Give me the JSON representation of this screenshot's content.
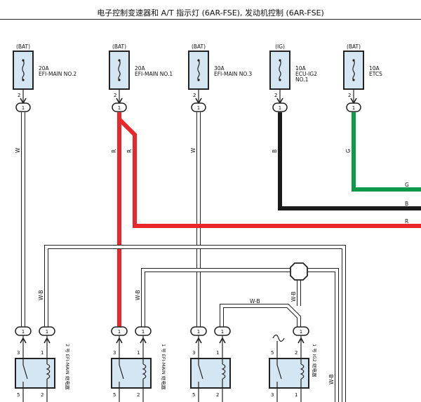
{
  "header": {
    "title": "电子控制变速器和 A/T 指示灯 (6AR-FSE), 发动机控制 (6AR-FSE)"
  },
  "colors": {
    "red": "#e8272b",
    "black": "#1a1a1a",
    "green": "#0a9a4a",
    "white_wire": "#ffffff",
    "outline": "#222222",
    "fuse_fill": "#d4e6f2"
  },
  "fuses": [
    {
      "source": "(BAT)",
      "rating": "20A",
      "name_lines": [
        "EFI-MAIN NO.2"
      ],
      "pin": "2",
      "conn": "1"
    },
    {
      "source": "(BAT)",
      "rating": "20A",
      "name_lines": [
        "EFI-MAIN NO.1"
      ],
      "pin": "2",
      "conn": "1"
    },
    {
      "source": "(BAT)",
      "rating": "30A",
      "name_lines": [
        "EFI-MAIN NO.3"
      ],
      "pin": "2",
      "conn": "1"
    },
    {
      "source": "(IG)",
      "rating": "10A",
      "name_lines": [
        "ECU-IG2",
        "NO.1"
      ],
      "pin": "2",
      "conn": "1"
    },
    {
      "source": "(BAT)",
      "rating": "10A",
      "name_lines": [
        "ETCS"
      ],
      "pin": "2",
      "conn": "1"
    }
  ],
  "wires": {
    "w_vertical": "W",
    "r_vertical_a": "R",
    "r_vertical_b": "R",
    "w_vertical_3": "W",
    "b_vertical": "B",
    "g_vertical": "G",
    "g_horizontal": "G",
    "b_horizontal": "B",
    "r_horizontal": "R",
    "wb_1": "W-B",
    "wb_2": "W-B",
    "wb_3": "W-B",
    "wb_4": "W-B",
    "wb_5": "W-B"
  },
  "relays": [
    {
      "label": "2 号 EFI-MAIN 继电器",
      "pin_tl": "3",
      "pin_tr": "1",
      "pin_bl": "5",
      "pin_br": "2",
      "conn_l": "1",
      "conn_r": "1"
    },
    {
      "label": "1 号 EFI-MAIN 继电器",
      "pin_tl": "3",
      "pin_tr": "1",
      "pin_bl": "5",
      "pin_br": "2",
      "conn_l": "1",
      "conn_r": "1"
    },
    {
      "label": "",
      "pin_tl": "3",
      "pin_tr": "1",
      "pin_bl": "5",
      "pin_br": "2",
      "conn_l": "1",
      "conn_r": "1"
    },
    {
      "label": "1 号 IG2 继电器",
      "pin_tl": "5",
      "pin_tr": "2",
      "pin_bl": "3",
      "pin_br": "1",
      "conn_l": "",
      "conn_r": "1"
    }
  ]
}
